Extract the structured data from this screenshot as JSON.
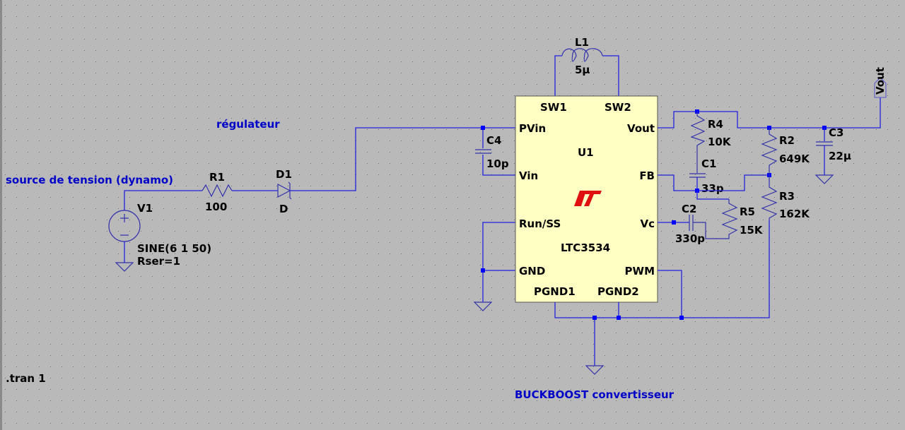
{
  "comments": {
    "source": "source de tension (dynamo)",
    "regulator": "régulateur",
    "converter": "BUCKBOOST convertisseur",
    "directive": ".tran 1"
  },
  "components": {
    "V1": {
      "name": "V1",
      "value": "SINE(6 1 50)",
      "extra": "Rser=1"
    },
    "R1": {
      "name": "R1",
      "value": "100"
    },
    "D1": {
      "name": "D1",
      "value": "D"
    },
    "L1": {
      "name": "L1",
      "value": "5µ"
    },
    "C4": {
      "name": "C4",
      "value": "10p"
    },
    "C1": {
      "name": "C1",
      "value": "33p"
    },
    "C2": {
      "name": "C2",
      "value": "330p"
    },
    "C3": {
      "name": "C3",
      "value": "22µ"
    },
    "R2": {
      "name": "R2",
      "value": "649K"
    },
    "R3": {
      "name": "R3",
      "value": "162K"
    },
    "R4": {
      "name": "R4",
      "value": "10K"
    },
    "R5": {
      "name": "R5",
      "value": "15K"
    },
    "U1": {
      "name": "U1",
      "part": "LTC3534",
      "pins": {
        "sw1": "SW1",
        "sw2": "SW2",
        "pvin": "PVin",
        "vin": "Vin",
        "runss": "Run/SS",
        "gnd": "GND",
        "pgnd1": "PGND1",
        "pgnd2": "PGND2",
        "vout": "Vout",
        "fb": "FB",
        "vc": "Vc",
        "pwm": "PWM"
      }
    }
  },
  "net_labels": {
    "vout": "Vout"
  },
  "colors": {
    "wire": "#2222dd",
    "junction": "#0000ff",
    "comment": "#0000c8",
    "chip_fill": "#ffffc4",
    "logo": "#e01010",
    "background": "#b9b9b9"
  }
}
